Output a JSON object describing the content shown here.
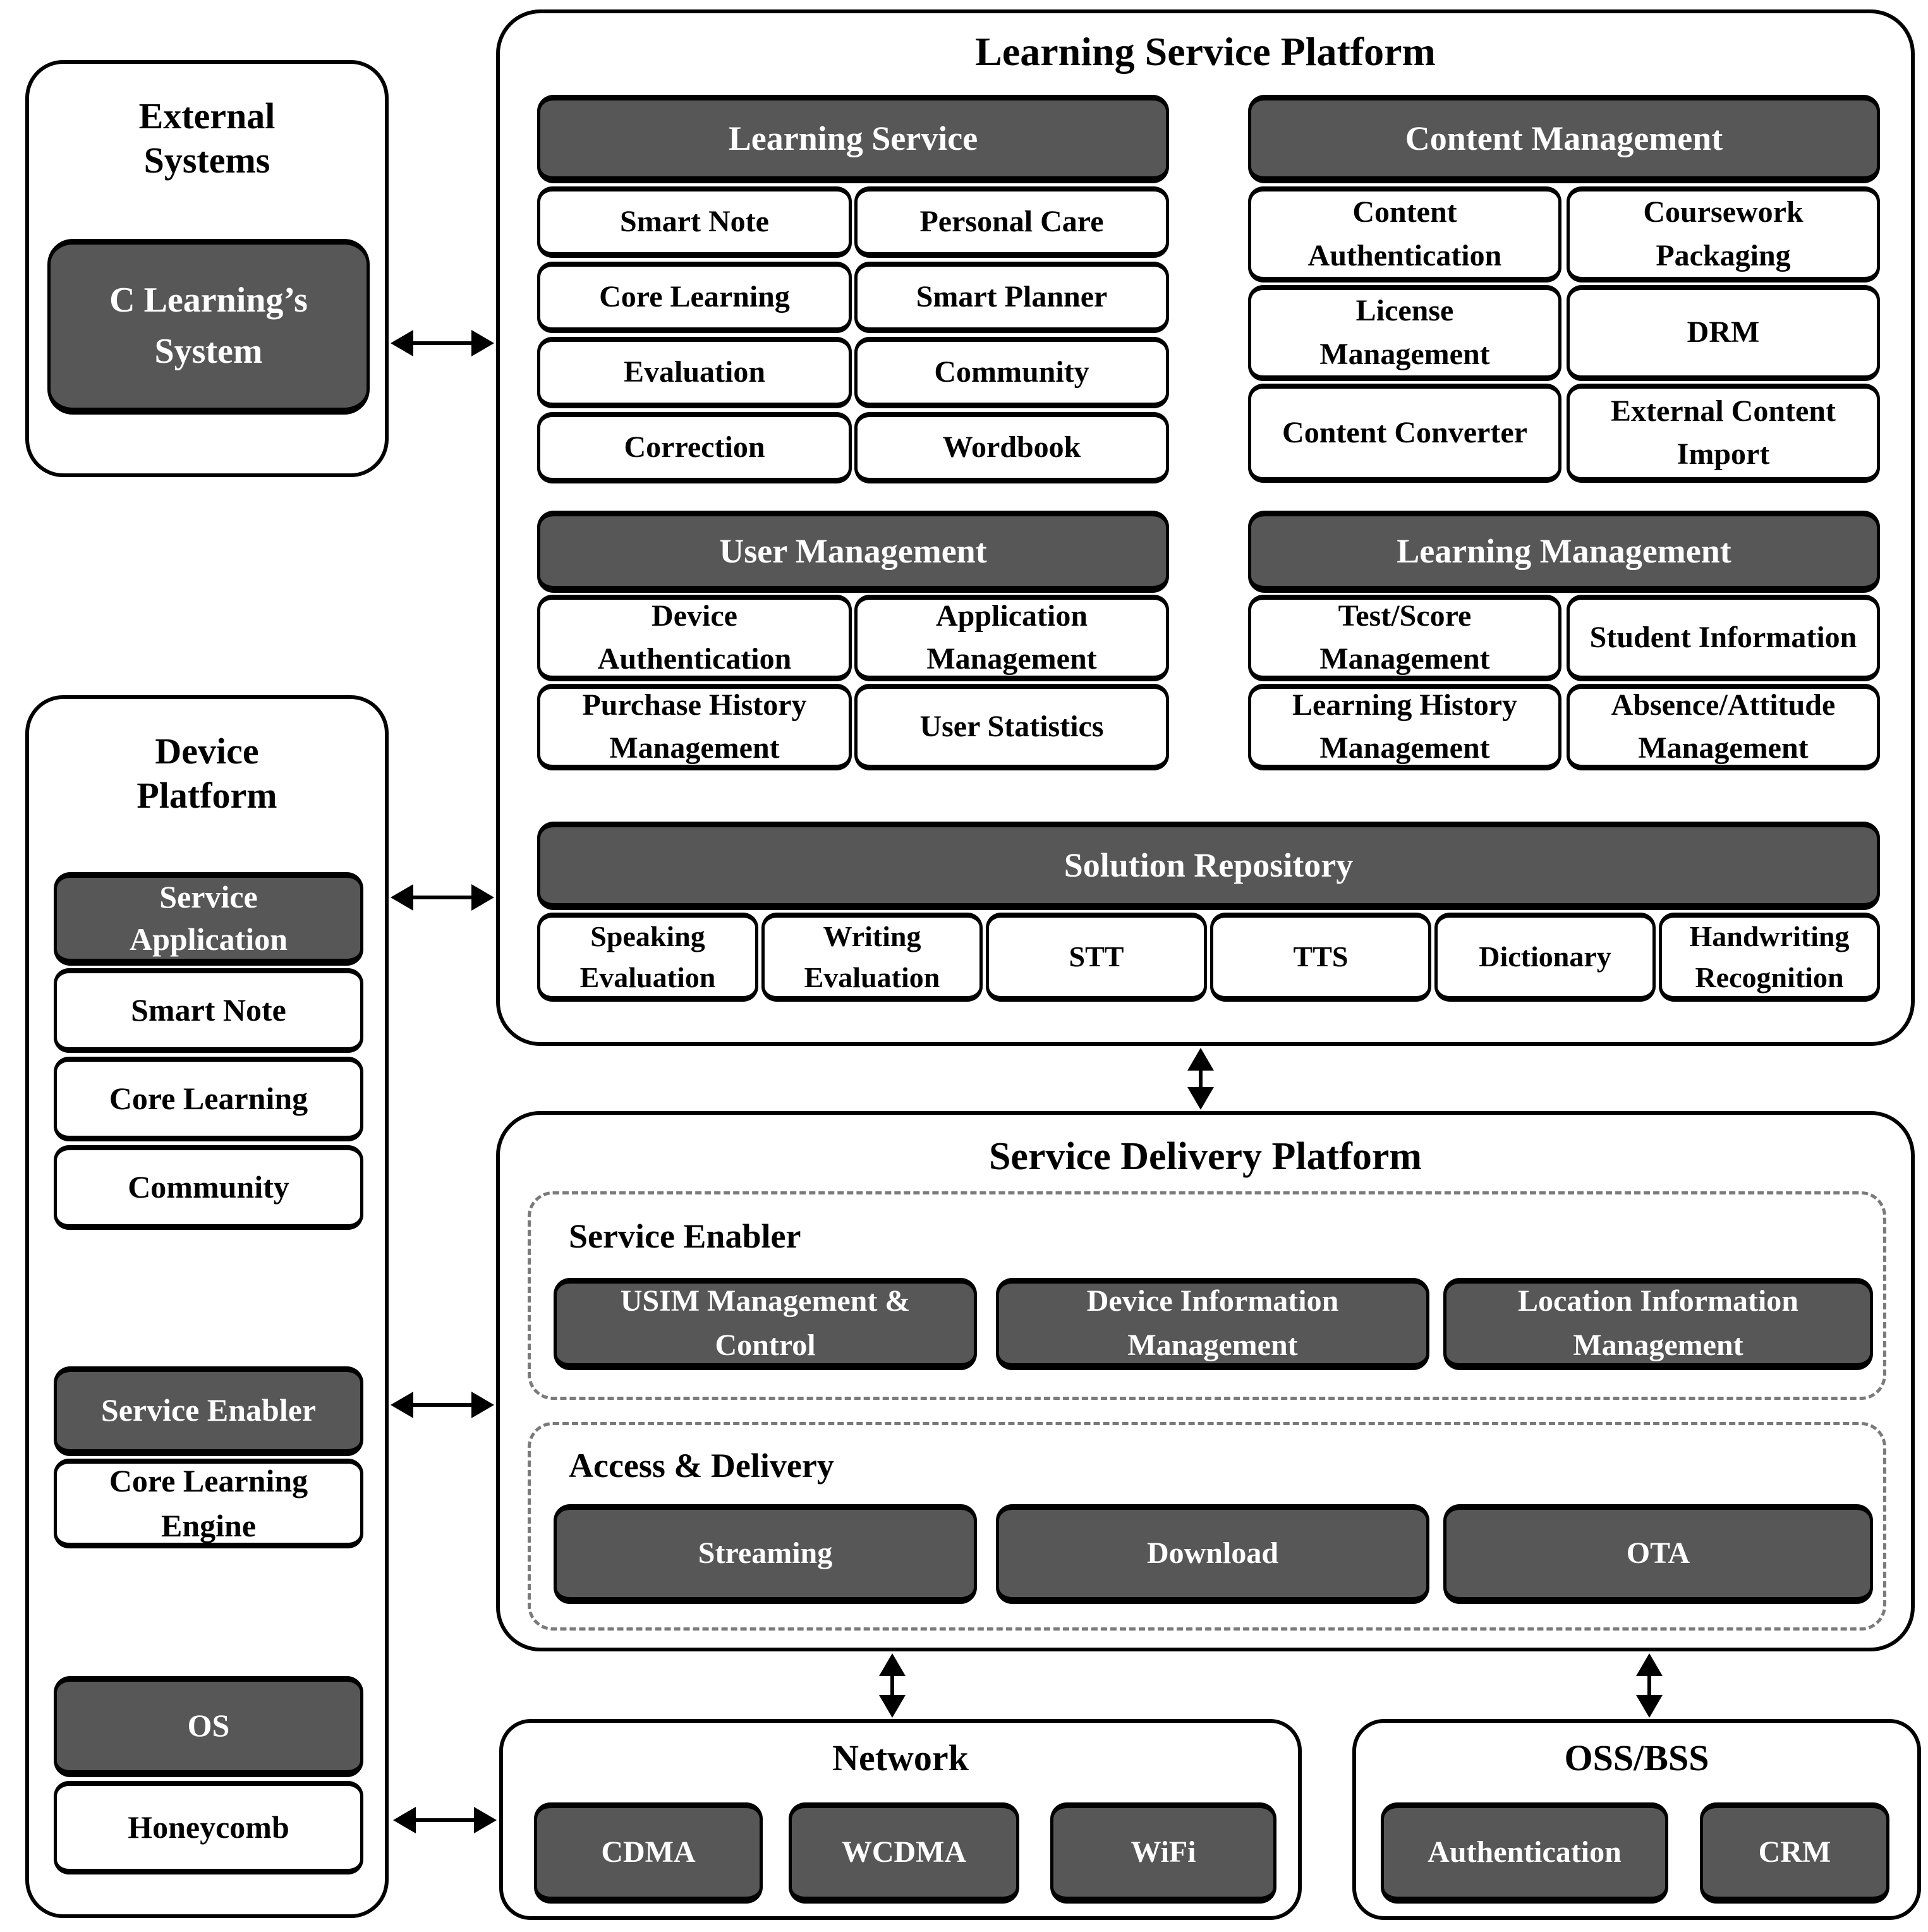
{
  "colors": {
    "dark_box": "#575757",
    "border": "#000000",
    "dashed_border": "#7a7a7a"
  },
  "external_systems": {
    "title": "External Systems",
    "system": "C Learning’s System"
  },
  "device_platform": {
    "title": "Device Platform",
    "service_application": {
      "header": "Service Application",
      "items": [
        "Smart Note",
        "Core Learning",
        "Community"
      ]
    },
    "service_enabler": {
      "header": "Service Enabler",
      "items": [
        "Core Learning Engine"
      ]
    },
    "os": {
      "header": "OS",
      "items": [
        "Honeycomb"
      ]
    }
  },
  "learning_service_platform": {
    "title": "Learning Service Platform",
    "learning_service": {
      "header": "Learning Service",
      "items": [
        "Smart Note",
        "Personal Care",
        "Core Learning",
        "Smart Planner",
        "Evaluation",
        "Community",
        "Correction",
        "Wordbook"
      ]
    },
    "content_management": {
      "header": "Content Management",
      "items": [
        "Content Authentication",
        "Coursework Packaging",
        "License Management",
        "DRM",
        "Content Converter",
        "External Content Import"
      ]
    },
    "user_management": {
      "header": "User Management",
      "items": [
        "Device Authentication",
        "Application Management",
        "Purchase History Management",
        "User Statistics"
      ]
    },
    "learning_management": {
      "header": "Learning Management",
      "items": [
        "Test/Score Management",
        "Student Information",
        "Learning History Management",
        "Absence/Attitude Management"
      ]
    },
    "solution_repository": {
      "header": "Solution Repository",
      "items": [
        "Speaking Evaluation",
        "Writing Evaluation",
        "STT",
        "TTS",
        "Dictionary",
        "Handwriting Recognition"
      ]
    }
  },
  "service_delivery_platform": {
    "title": "Service Delivery Platform",
    "service_enabler": {
      "label": "Service Enabler",
      "items": [
        "USIM Management & Control",
        "Device Information Management",
        "Location Information Management"
      ]
    },
    "access_delivery": {
      "label": "Access & Delivery",
      "items": [
        "Streaming",
        "Download",
        "OTA"
      ]
    }
  },
  "network": {
    "title": "Network",
    "items": [
      "CDMA",
      "WCDMA",
      "WiFi"
    ]
  },
  "oss_bss": {
    "title": "OSS/BSS",
    "items": [
      "Authentication",
      "CRM"
    ]
  }
}
